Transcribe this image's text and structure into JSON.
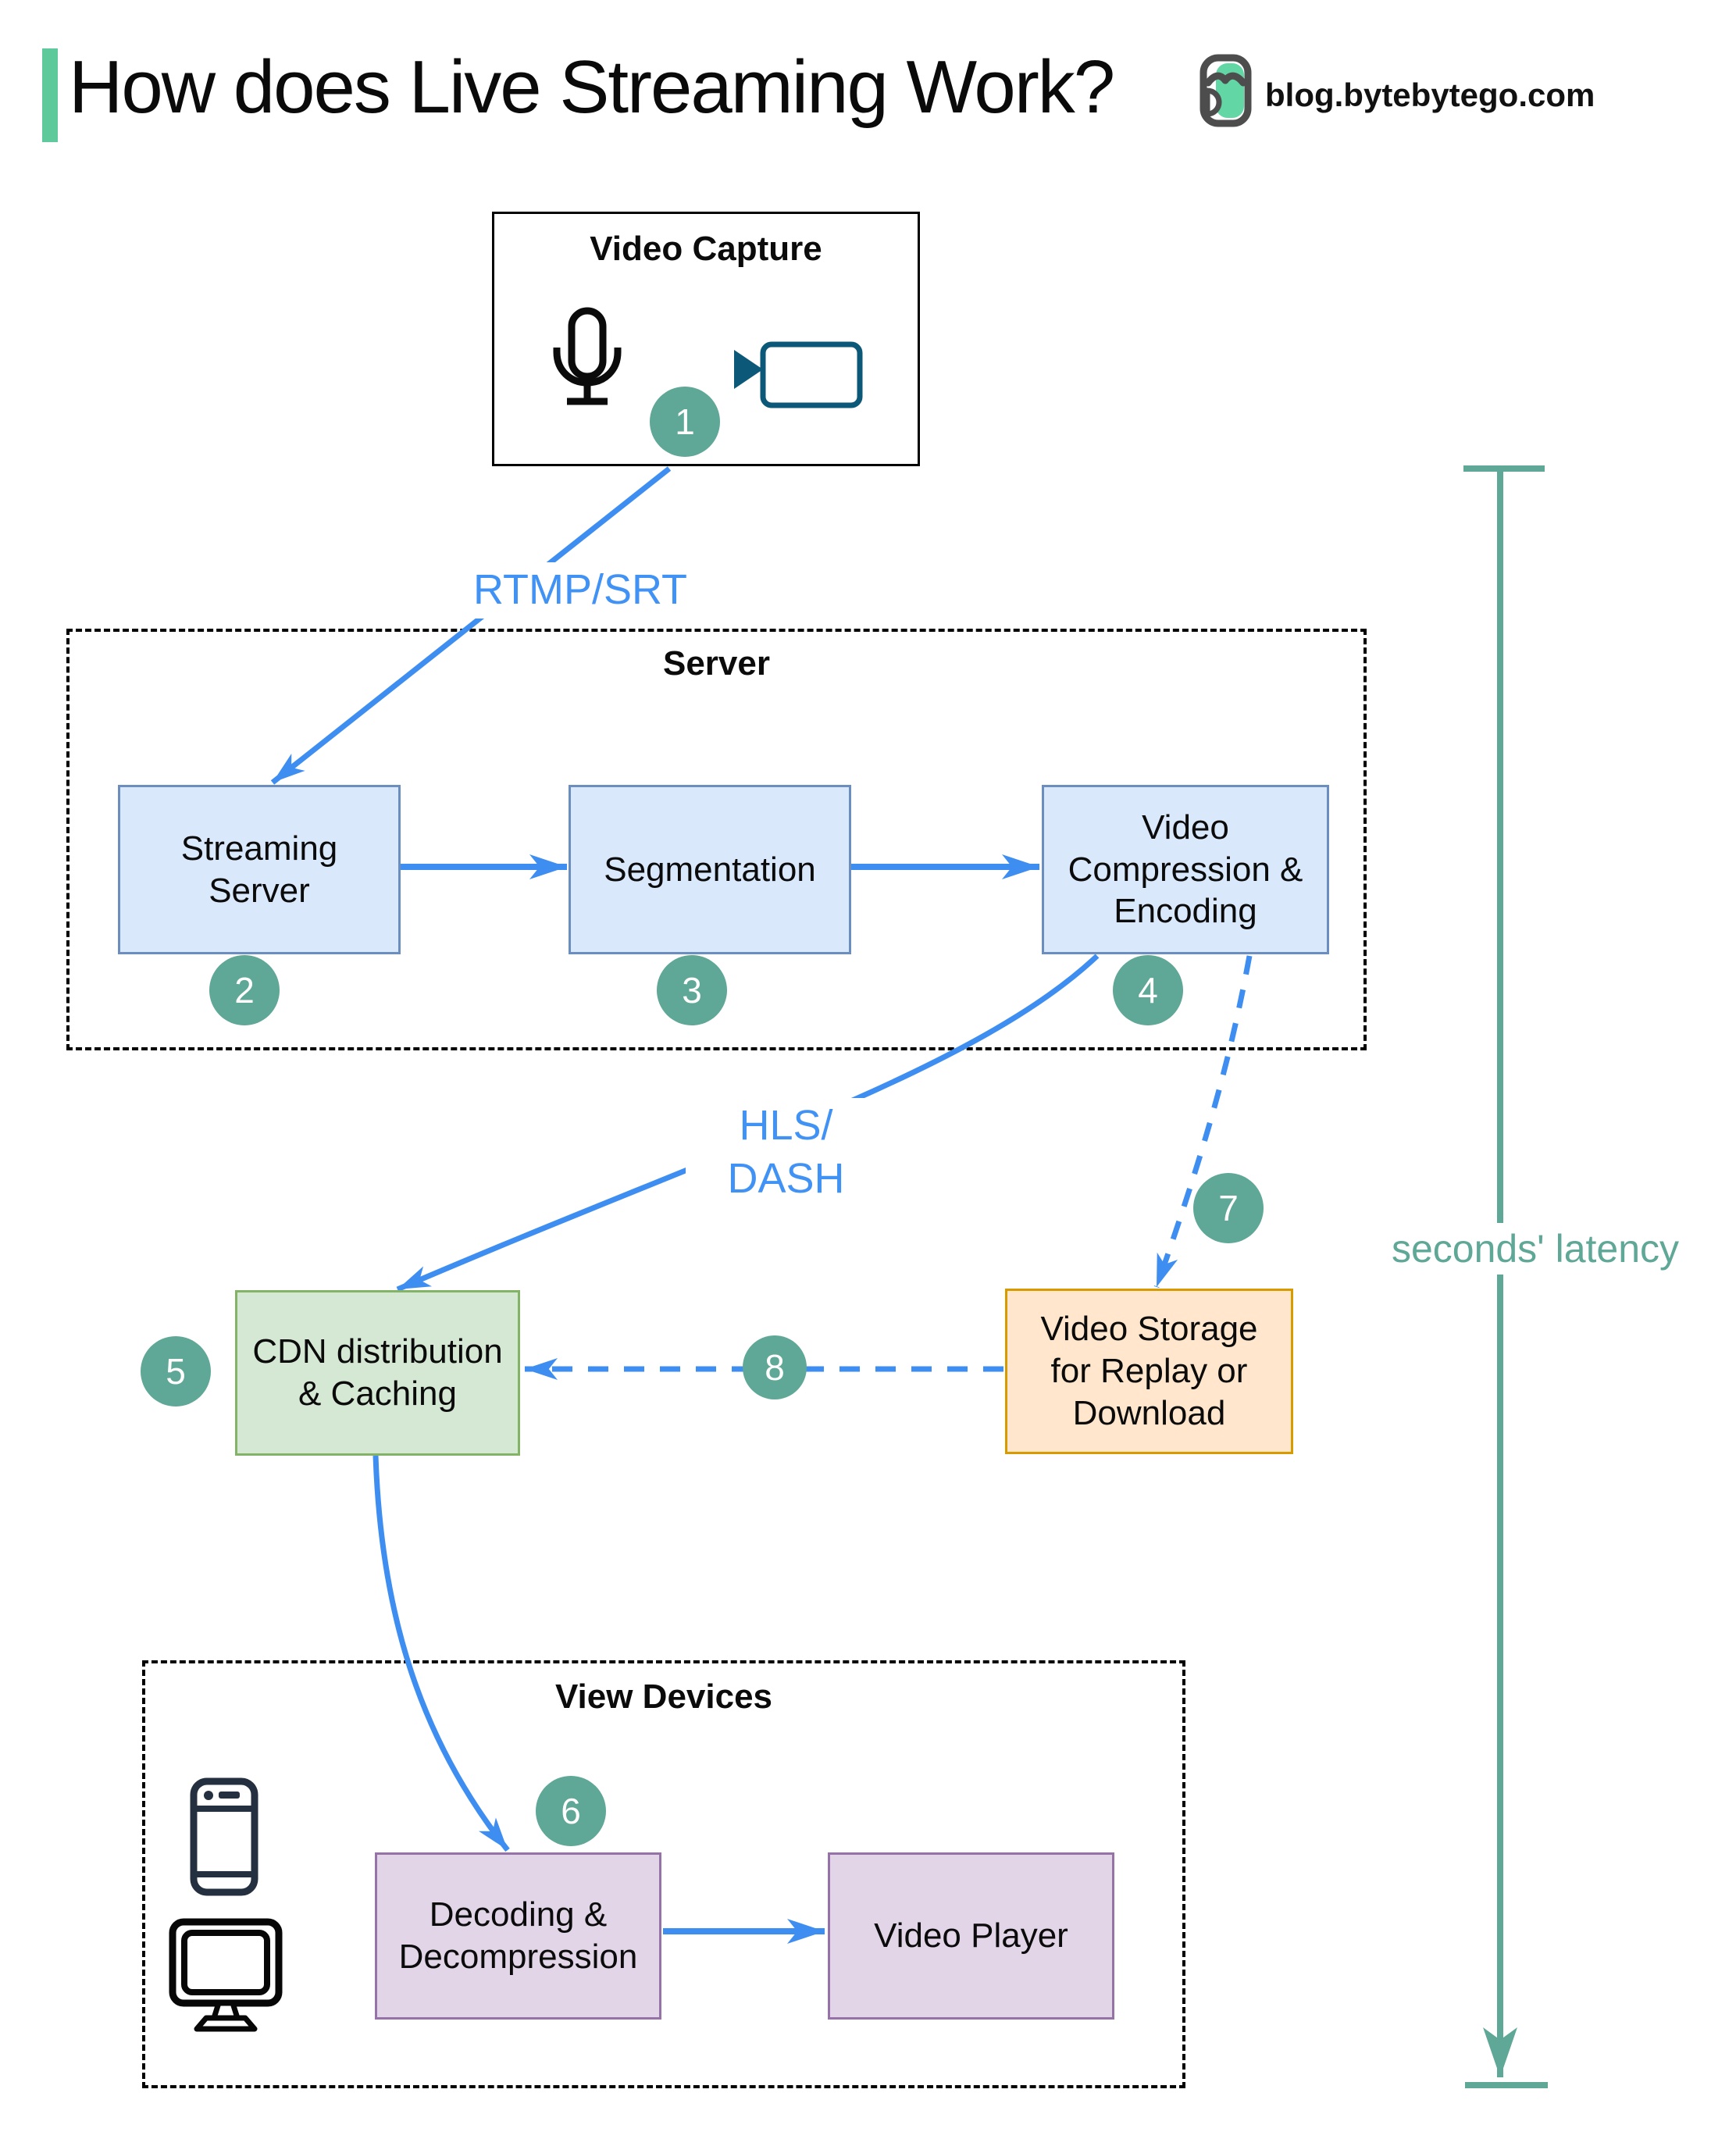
{
  "header": {
    "title": "How does Live Streaming Work?",
    "site": "blog.bytebytego.com"
  },
  "nodes": {
    "video_capture": "Video Capture",
    "server_group": "Server",
    "streaming_server": "Streaming\nServer",
    "segmentation": "Segmentation",
    "video_compression": "Video\nCompression &\nEncoding",
    "cdn": "CDN distribution\n& Caching",
    "video_storage": "Video Storage\nfor Replay or\nDownload",
    "view_devices_group": "View Devices",
    "decoding": "Decoding &\nDecompression",
    "video_player": "Video Player"
  },
  "edge_labels": {
    "rtmp": "RTMP/SRT",
    "hls": "HLS/\nDASH",
    "latency": "seconds' latency"
  },
  "steps": [
    "1",
    "2",
    "3",
    "4",
    "5",
    "6",
    "7",
    "8"
  ],
  "icons": {
    "logo": "bytebytego-logo",
    "microphone": "microphone-icon",
    "camera": "video-camera-icon",
    "smartphone": "smartphone-icon",
    "monitor": "desktop-monitor-icon"
  },
  "colors": {
    "arrow_blue": "#3e8ef2",
    "label_blue": "#4192f5",
    "box_blue_fill": "#dae8fc",
    "box_blue_border": "#6c8ebf",
    "box_green_fill": "#d5e8d4",
    "box_green_border": "#82b366",
    "box_orange_fill": "#ffe6cc",
    "box_orange_border": "#d79b00",
    "box_purple_fill": "#e1d5e7",
    "box_purple_border": "#9673a6",
    "step_circle_teal": "#5fa796",
    "latency_teal": "#5fa796",
    "title_accent_green": "#5ec99b",
    "camera_teal": "#0c5878"
  }
}
